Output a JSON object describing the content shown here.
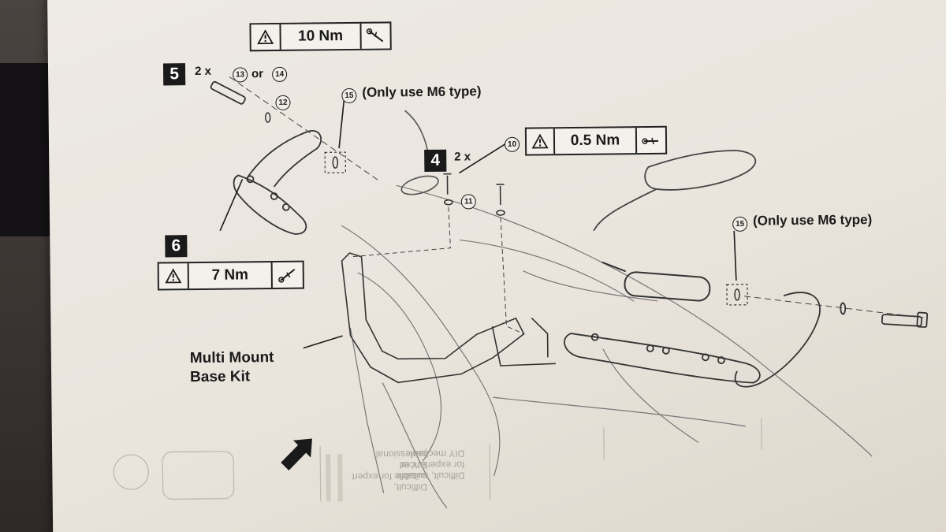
{
  "instructions": {
    "step_5": {
      "number": "5",
      "qty": "2 x",
      "part_a": "13",
      "or_text": "or",
      "part_b": "14",
      "washer": "12",
      "torque": "10 Nm"
    },
    "step_4": {
      "number": "4",
      "qty": "2 x",
      "part_ref": "10",
      "washer": "11",
      "torque": "0.5 Nm"
    },
    "step_6": {
      "number": "6",
      "torque": "7 Nm"
    },
    "note_left": {
      "part_ref": "15",
      "text": "(Only use M6 type)"
    },
    "note_right": {
      "part_ref": "15",
      "text": "(Only use M6 type)"
    },
    "kit_label_line1": "Multi Mount",
    "kit_label_line2": "Base Kit"
  },
  "footer": {
    "mirrored_lines_1": [
      "Difficult, suitable",
      "for experienced",
      "DIY mechanic"
    ],
    "mirrored_lines_2": [
      "Difficult,",
      "suitable for expert",
      "DIY or",
      "professional"
    ]
  },
  "icons": {
    "warning": "warning-triangle-icon",
    "torque_tool": "torque-wrench-icon",
    "direction": "direction-arrow-icon"
  },
  "colors": {
    "ink": "#1a1a1a",
    "paper": "#eeeae4",
    "step_box": "#1a1a1a"
  }
}
